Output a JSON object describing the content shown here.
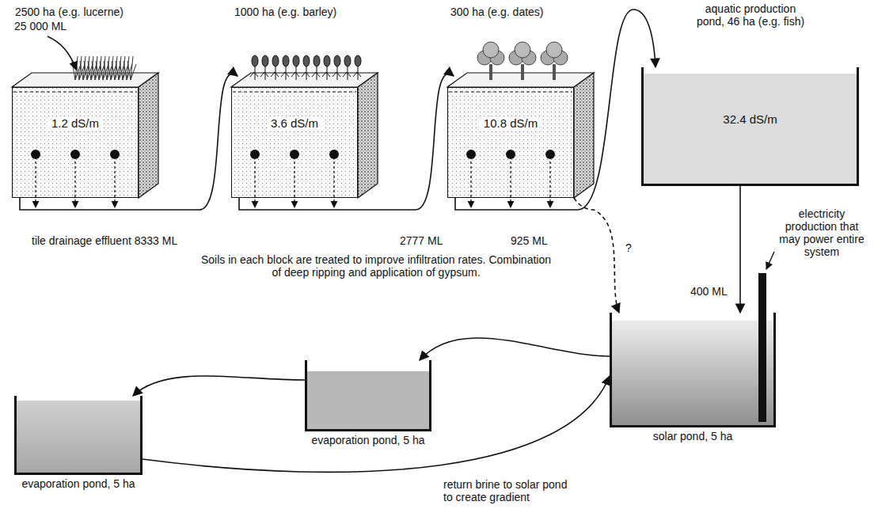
{
  "diagram": {
    "nodes": [
      {
        "text": [
          "2500 ha (e.g. lucerne)",
          "1.2 dS/m"
        ]
      },
      {
        "text": [
          "1000 ha (e.g. barley)",
          "3.6 dS/m"
        ]
      },
      {
        "text": [
          "300 ha (e.g. dates)",
          "10.8 dS/m"
        ]
      },
      {
        "text": [
          "aquatic production pond, 46 ha (e.g. fish)",
          "32.4 dS/m"
        ]
      },
      {
        "text": [
          "solar pond, 5 ha"
        ]
      },
      {
        "text": [
          "evaporation pond, 5 ha"
        ]
      },
      {
        "text": [
          "evaporation pond, 5 ha"
        ]
      }
    ],
    "edges": [
      {
        "from": 0,
        "to": 1,
        "arrow": "to",
        "label": "tile drainage effluent 8333 ML"
      },
      {
        "from": 1,
        "to": 2,
        "arrow": "to",
        "label": "2777 ML"
      },
      {
        "from": 2,
        "to": 3,
        "arrow": "to",
        "label": "925 ML"
      },
      {
        "from": 2,
        "to": 4,
        "arrow": "to",
        "label": "?"
      },
      {
        "from": 3,
        "to": 4,
        "arrow": "to",
        "label": "400 ML"
      },
      {
        "from": 4,
        "to": 5,
        "arrow": "to"
      },
      {
        "from": 5,
        "to": 6,
        "arrow": "to"
      },
      {
        "from": 6,
        "to": 4,
        "arrow": "to",
        "label": "return brine to solar pond to create gradient"
      }
    ],
    "labels": [
      "25 000 ML",
      "Soils in each block are treated to improve infiltration rates. Combination of deep ripping and application of gypsum.",
      "electricity production that may power entire system"
    ]
  }
}
